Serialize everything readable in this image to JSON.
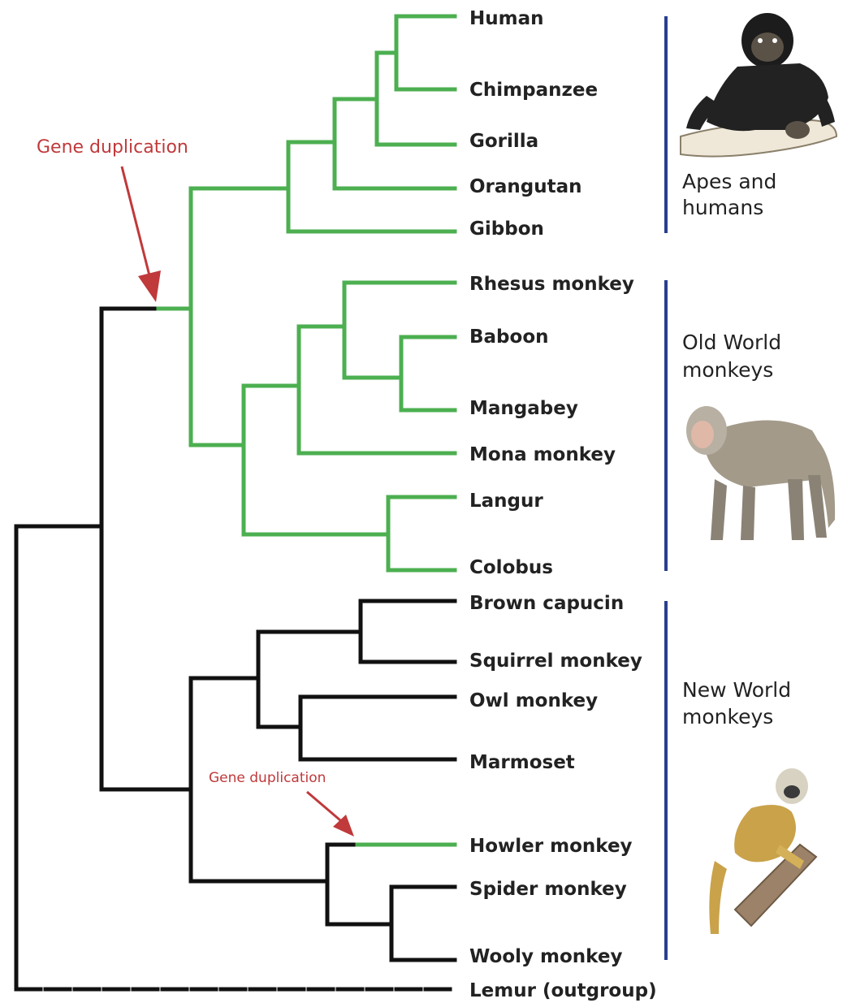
{
  "taxa": {
    "human": "Human",
    "chimpanzee": "Chimpanzee",
    "gorilla": "Gorilla",
    "orangutan": "Orangutan",
    "gibbon": "Gibbon",
    "rhesus": "Rhesus monkey",
    "baboon": "Baboon",
    "mangabey": "Mangabey",
    "mona": "Mona monkey",
    "langur": "Langur",
    "colobus": "Colobus",
    "capucin": "Brown capucin",
    "squirrel": "Squirrel monkey",
    "owl": "Owl monkey",
    "marmoset": "Marmoset",
    "howler": "Howler monkey",
    "spider": "Spider monkey",
    "wooly": "Wooly monkey",
    "lemur": "Lemur (outgroup)"
  },
  "groups": {
    "apes": {
      "line1": "Apes and",
      "line2": "humans"
    },
    "old_world": {
      "line1": "Old World",
      "line2": "monkeys"
    },
    "new_world": {
      "line1": "New World",
      "line2": "monkeys"
    }
  },
  "annotations": {
    "duplication_major": "Gene duplication",
    "duplication_minor": "Gene duplication"
  },
  "illustrations": [
    "chimpanzee-illustration",
    "macaque-illustration",
    "squirrel-monkey-illustration"
  ],
  "colors": {
    "duplicated_lineage": "#4caf50",
    "ancestral_lineage": "#111111",
    "annotation": "#c0393b",
    "group_bracket": "#2a3f8f"
  }
}
